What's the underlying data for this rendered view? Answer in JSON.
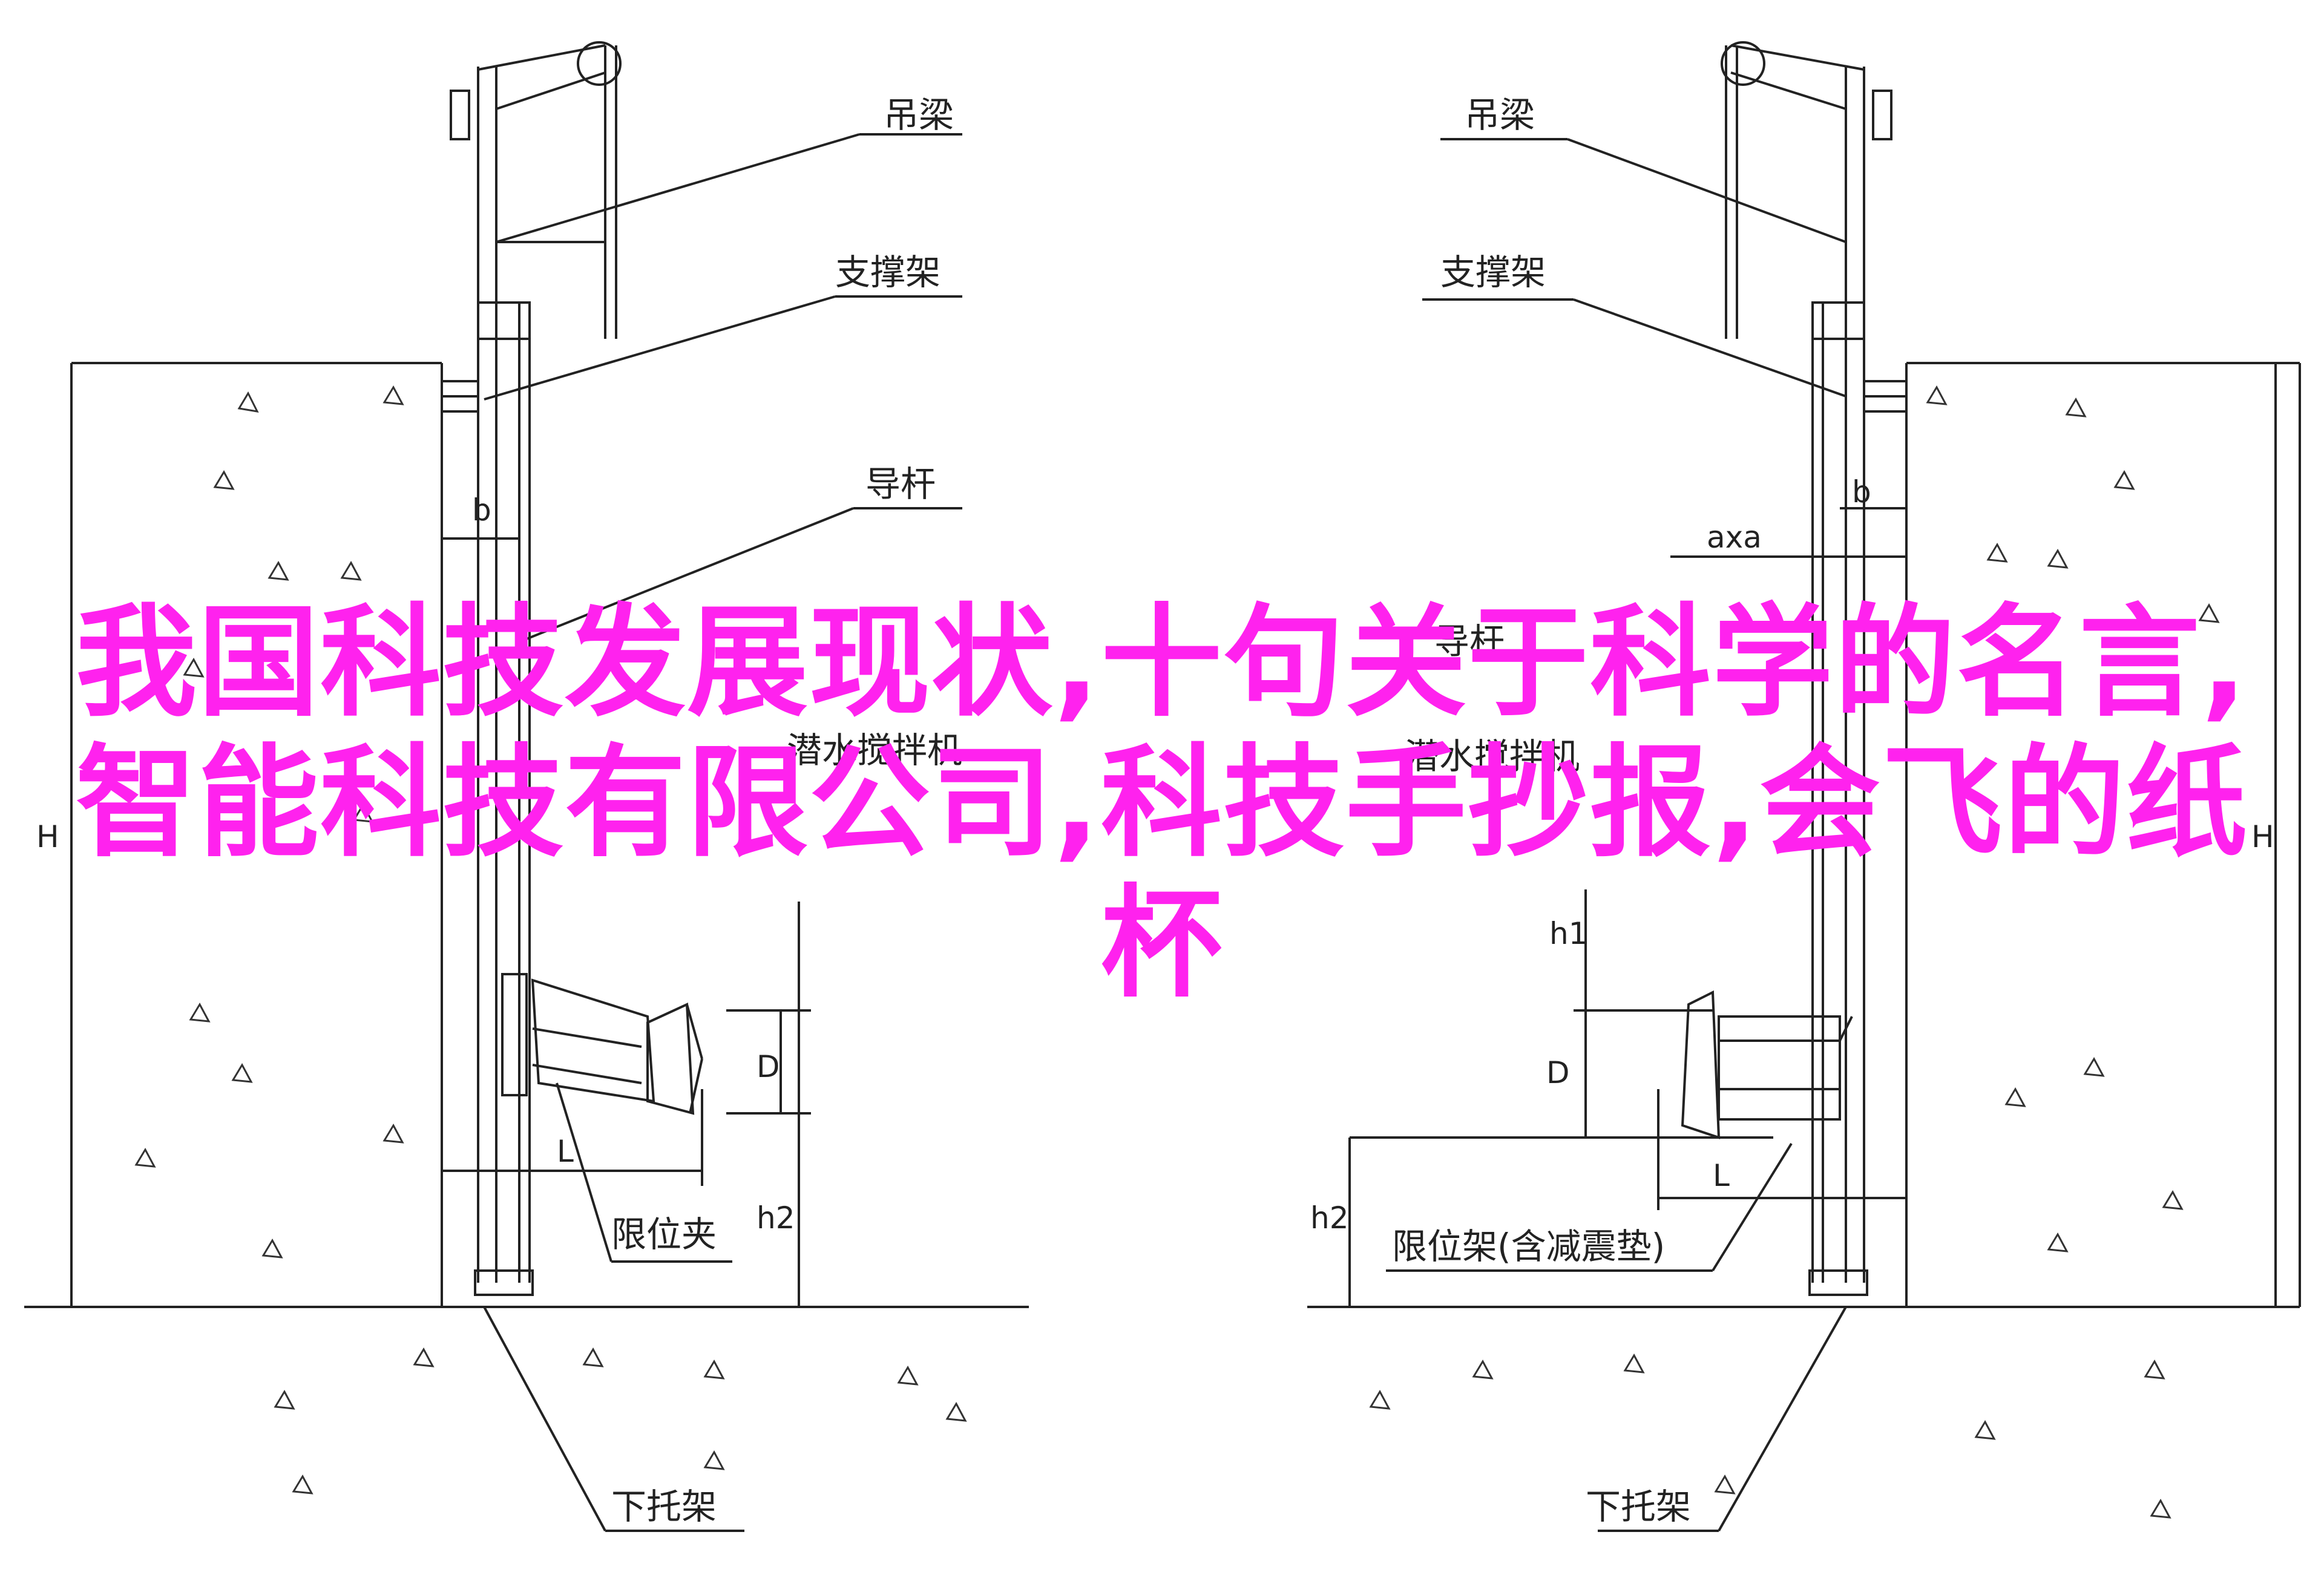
{
  "overlay_title": "我国科技发展现状,十句关于科学的名言,智能科技有限公司,科技手抄报,会飞的纸杯",
  "labels": {
    "crane_beam": "吊梁",
    "support_frame": "支撑架",
    "guide_rod": "导杆",
    "mixer_left": "潜水搅拌机",
    "mixer_right": "潜水搅拌机",
    "limit_clamp": "限位夹",
    "limit_frame_damper": "限位架(含减震垫)",
    "bottom_bracket": "下托架"
  },
  "dimensions": {
    "H": "H",
    "b": "b",
    "axa": "axa",
    "h1": "h1",
    "h2": "h2",
    "D": "D",
    "L": "L"
  },
  "colors": {
    "line": "#222222",
    "overlay_text": "#ff22ee",
    "background": "#ffffff"
  }
}
